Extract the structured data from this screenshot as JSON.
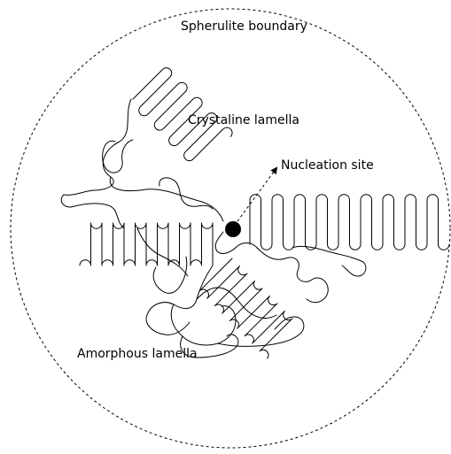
{
  "labels": {
    "spherulite_boundary": "Spherulite boundary",
    "crystalline_lamella": "Crystaline lamella",
    "nucleation_site": "Nucleation site",
    "amorphous_lamella": "Amorphous lamella"
  }
}
